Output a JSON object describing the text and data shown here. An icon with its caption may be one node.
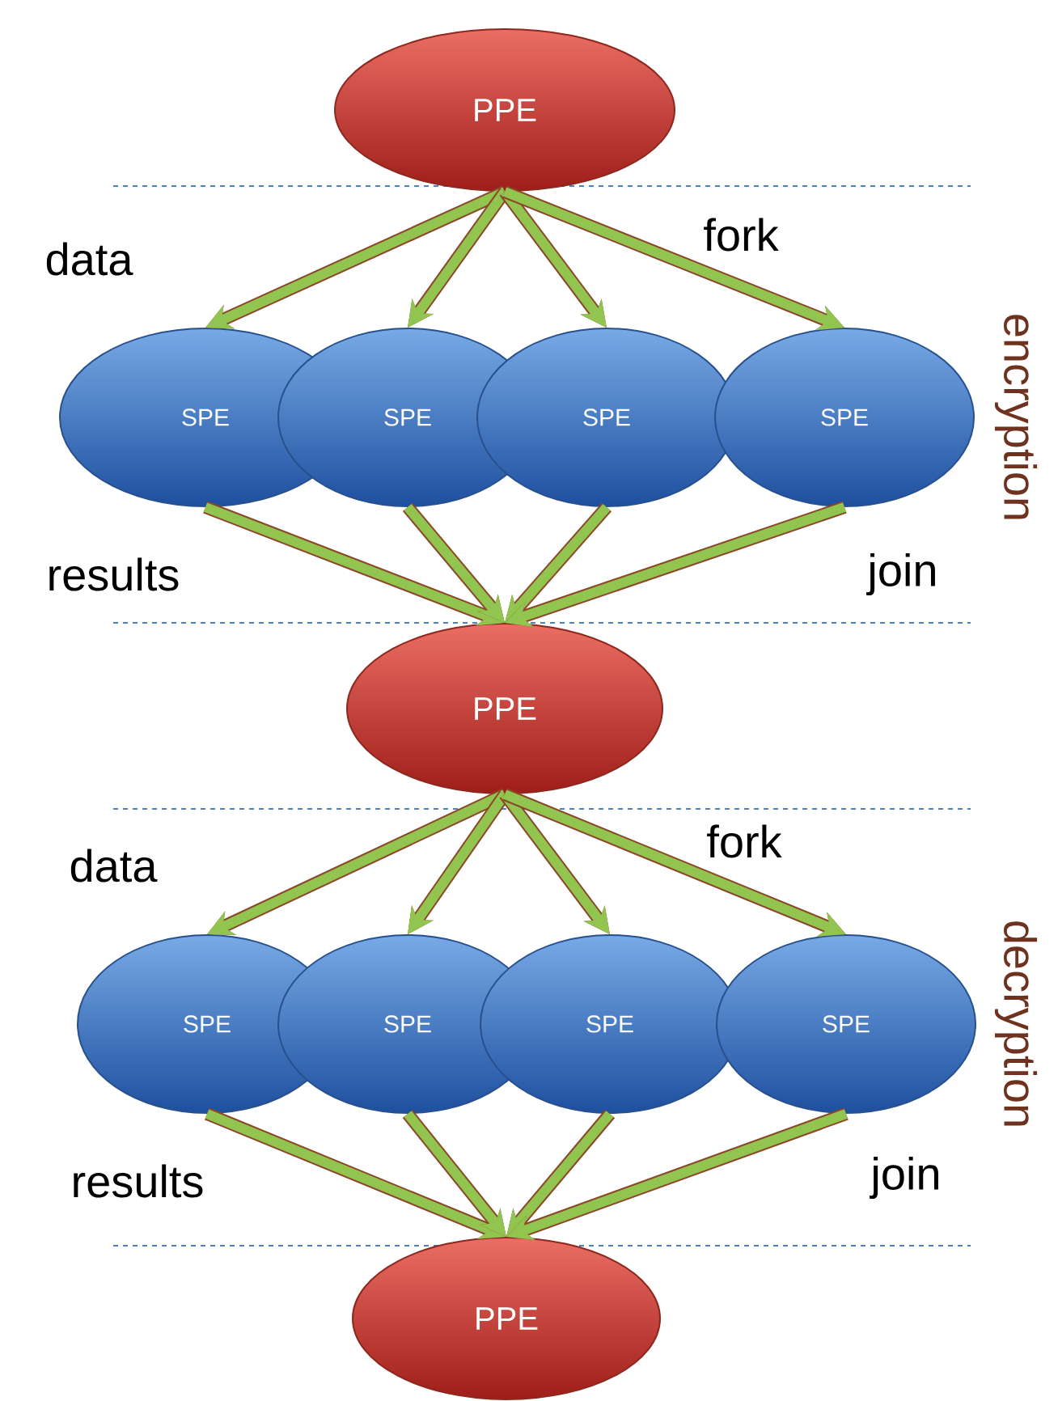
{
  "diagram": {
    "nodes": [
      {
        "text": [
          "PPE"
        ]
      },
      {
        "text": [
          "SPE"
        ]
      },
      {
        "text": [
          "SPE"
        ]
      },
      {
        "text": [
          "SPE"
        ]
      },
      {
        "text": [
          "SPE"
        ]
      },
      {
        "text": [
          "PPE"
        ]
      },
      {
        "text": [
          "SPE"
        ]
      },
      {
        "text": [
          "SPE"
        ]
      },
      {
        "text": [
          "SPE"
        ]
      },
      {
        "text": [
          "SPE"
        ]
      },
      {
        "text": [
          "PPE"
        ]
      }
    ],
    "edges": [
      {
        "from": 0,
        "to": 1,
        "arrow": "to"
      },
      {
        "from": 0,
        "to": 2,
        "arrow": "to"
      },
      {
        "from": 0,
        "to": 3,
        "arrow": "to"
      },
      {
        "from": 0,
        "to": 4,
        "arrow": "to"
      },
      {
        "from": 1,
        "to": 5,
        "arrow": "to"
      },
      {
        "from": 2,
        "to": 5,
        "arrow": "to"
      },
      {
        "from": 3,
        "to": 5,
        "arrow": "to"
      },
      {
        "from": 4,
        "to": 5,
        "arrow": "to"
      },
      {
        "from": 5,
        "to": 6,
        "arrow": "to"
      },
      {
        "from": 5,
        "to": 7,
        "arrow": "to"
      },
      {
        "from": 5,
        "to": 8,
        "arrow": "to"
      },
      {
        "from": 5,
        "to": 9,
        "arrow": "to"
      },
      {
        "from": 6,
        "to": 10,
        "arrow": "to"
      },
      {
        "from": 7,
        "to": 10,
        "arrow": "to"
      },
      {
        "from": 8,
        "to": 10,
        "arrow": "to"
      },
      {
        "from": 9,
        "to": 10,
        "arrow": "to"
      }
    ],
    "labels": [
      "fork",
      "data",
      "encryption",
      "results",
      "join",
      "fork",
      "data",
      "decryption",
      "results",
      "join"
    ]
  }
}
